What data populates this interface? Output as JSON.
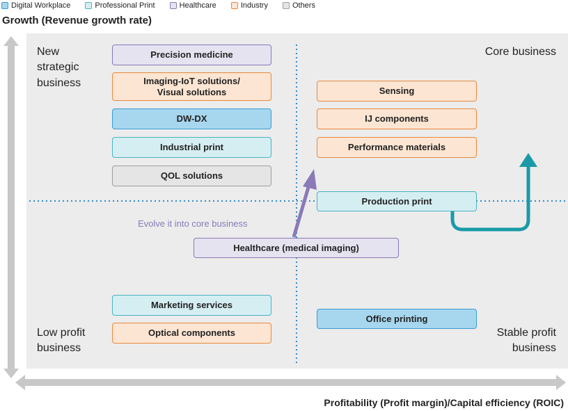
{
  "legend": [
    {
      "label": "Digital Workplace",
      "fill": "#a7d6ef",
      "stroke": "#3a9ad1"
    },
    {
      "label": "Professional Print",
      "fill": "#d5eef2",
      "stroke": "#48b3c1"
    },
    {
      "label": "Healthcare",
      "fill": "#e6e3f1",
      "stroke": "#8878b5"
    },
    {
      "label": "Industry",
      "fill": "#fce5d2",
      "stroke": "#e7883d"
    },
    {
      "label": "Others",
      "fill": "#e5e5e5",
      "stroke": "#9e9e9e"
    }
  ],
  "axes": {
    "y_title": "Growth (Revenue growth rate)",
    "x_title": "Profitability (Profit margin)/Capital efficiency (ROIC)"
  },
  "quadrants": {
    "top_left": [
      "New",
      "strategic",
      "business"
    ],
    "top_right": [
      "Core business"
    ],
    "bottom_left": [
      "Low profit",
      "business"
    ],
    "bottom_right": [
      "Stable profit",
      "business"
    ]
  },
  "boxes": {
    "precision_medicine": "Precision medicine",
    "imaging_iot": [
      "Imaging-IoT solutions/",
      "Visual solutions"
    ],
    "dw_dx": "DW-DX",
    "industrial_print": "Industrial print",
    "qol_solutions": "QOL solutions",
    "sensing": "Sensing",
    "ij_components": "IJ components",
    "performance_materials": "Performance materials",
    "production_print": "Production print",
    "healthcare_medical_imaging": "Healthcare (medical imaging)",
    "marketing_services": "Marketing services",
    "optical_components": "Optical components",
    "office_printing": "Office printing"
  },
  "annotation": "Evolve it into core business",
  "colors": {
    "panel": "#ececec",
    "axis_arrow": "#c8c8c8",
    "divider": "#2e8bc9",
    "healthcare_arrow": "#8a7ab8",
    "print_arrow": "#1a9aa8"
  }
}
